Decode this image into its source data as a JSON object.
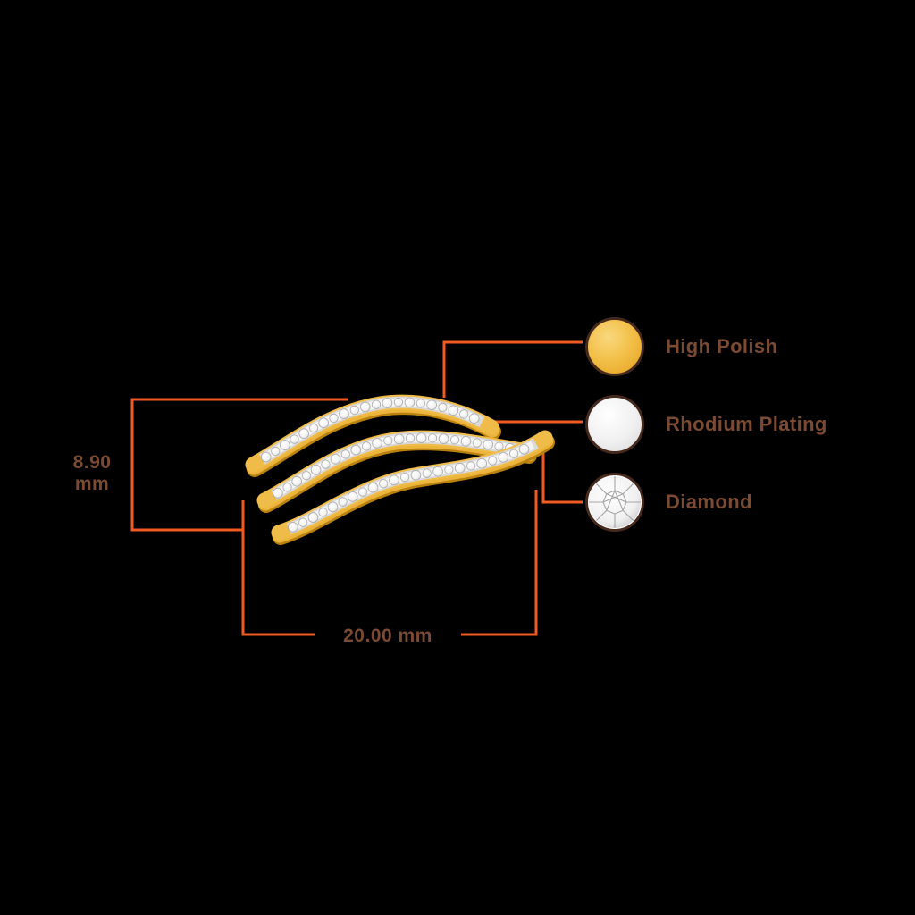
{
  "title": "Jewelry dimension diagram",
  "dimensions": {
    "height_label": "8.90 mm",
    "width_label": "20.00 mm"
  },
  "legend": {
    "items": [
      {
        "label": "High Polish",
        "swatch": "gold-circle"
      },
      {
        "label": "Rhodium Plating",
        "swatch": "silver-circle"
      },
      {
        "label": "Diamond",
        "swatch": "diamond-icon"
      }
    ]
  },
  "colors": {
    "accent_orange": "#F15A22",
    "label_brown": "#7A4A33",
    "swatch_border_brown": "#45291C",
    "gold": "#EDB43C",
    "rhodium": "#E6E6E6",
    "diamond_white": "#F7F7F7",
    "background": "#000000"
  }
}
